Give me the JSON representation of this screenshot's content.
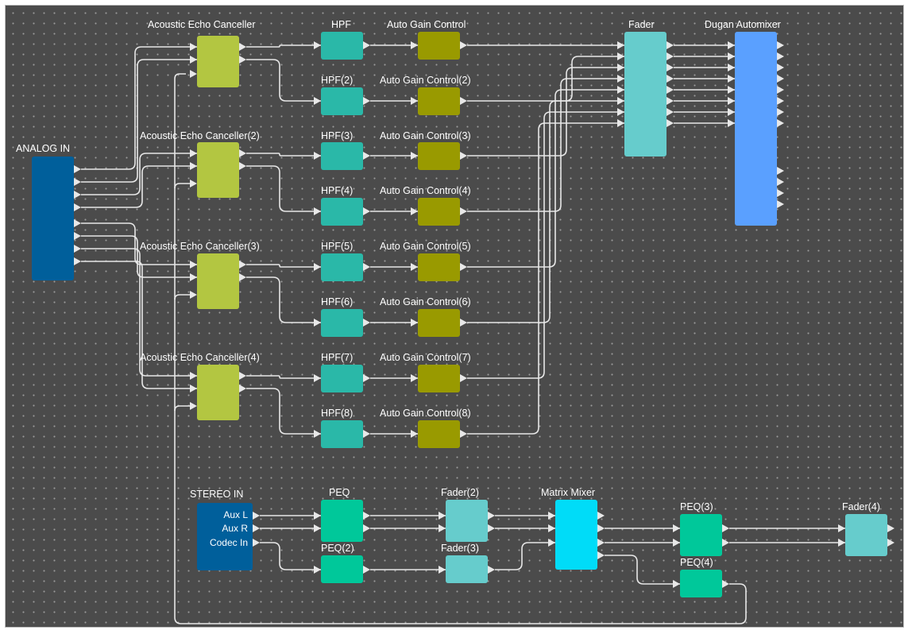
{
  "colors": {
    "aec": "#b3c641",
    "hpf": "#2ab8a8",
    "agc": "#999a00",
    "fader": "#66cccc",
    "dugan": "#5aa0ff",
    "analog_in": "#005f9b",
    "peq": "#00c89a",
    "matrix": "#00dcf8",
    "wire": "#e8e8e8",
    "background": "#4b4b4b"
  },
  "blocks": {
    "analog_in": "ANALOG IN",
    "aec": [
      "Acoustic Echo Canceller",
      "Acoustic Echo Canceller(2)",
      "Acoustic Echo Canceller(3)",
      "Acoustic Echo Canceller(4)"
    ],
    "hpf": [
      "HPF",
      "HPF(2)",
      "HPF(3)",
      "HPF(4)",
      "HPF(5)",
      "HPF(6)",
      "HPF(7)",
      "HPF(8)"
    ],
    "agc": [
      "Auto Gain Control",
      "Auto Gain Control(2)",
      "Auto Gain Control(3)",
      "Auto Gain Control(4)",
      "Auto Gain Control(5)",
      "Auto Gain Control(6)",
      "Auto Gain Control(7)",
      "Auto Gain Control(8)"
    ],
    "fader": "Fader",
    "dugan": "Dugan Automixer",
    "stereo_in": {
      "title": "STEREO IN",
      "ports": [
        "Aux L",
        "Aux R",
        "Codec In"
      ]
    },
    "peq": "PEQ",
    "peq2": "PEQ(2)",
    "fader2": "Fader(2)",
    "fader3": "Fader(3)",
    "matrix": "Matrix Mixer",
    "peq3": "PEQ(3)",
    "peq4": "PEQ(4)",
    "fader4": "Fader(4)"
  }
}
